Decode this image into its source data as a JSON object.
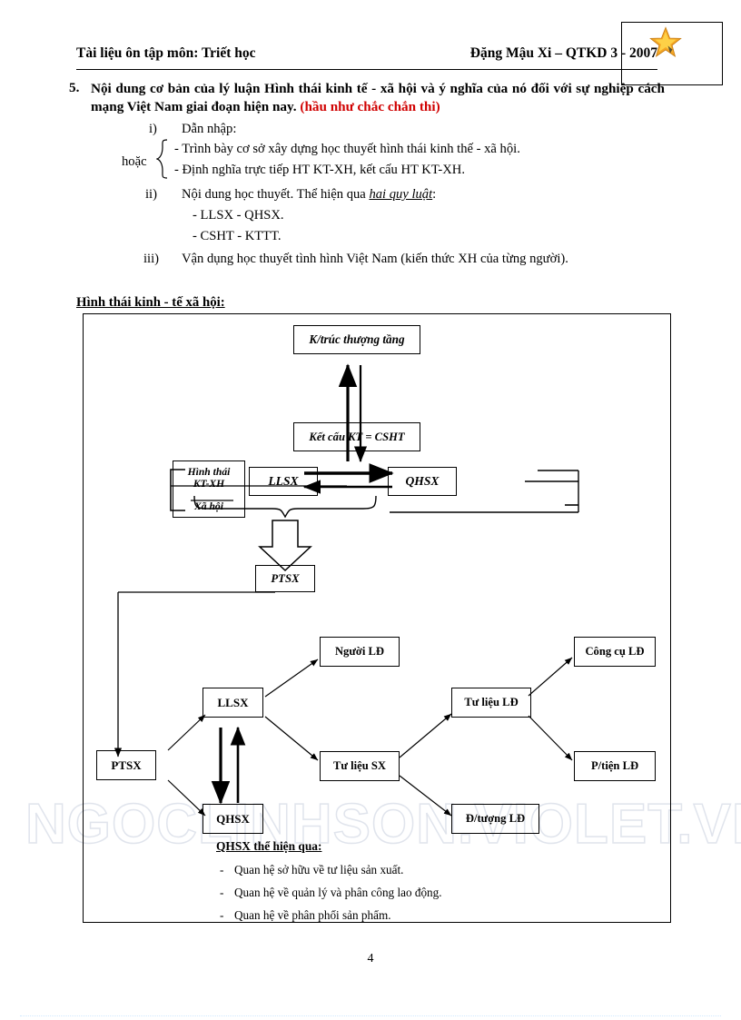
{
  "document": {
    "header": {
      "left_text": "Tài liệu ôn tập môn:  Triết học",
      "right_text": "Đặng Mậu Xi – QTKD 3 - 2007"
    },
    "star_icon_name": "gold-star-icon",
    "question": {
      "number": "5.",
      "text_main": "Nội dung  cơ bản của lý luận Hình  thái  kinh  tế - xã hội và ý nghĩa  của nó đối với sự nghiệp cách mạng Việt Nam giai đoạn hiện nay. ",
      "text_note": "(hầu như chắc chắn thi)"
    },
    "outline": [
      {
        "marker": "i)",
        "text": "Dẫn nhập:"
      },
      {
        "marker": "ii)",
        "text_before": "Nội dung học thuyết. Thể hiện  qua ",
        "emphasis": "hai quy luật",
        "text_after": ":"
      },
      {
        "marker": "iii)",
        "text": "Vận dụng học thuyết tình hình  Việt Nam (kiến thức XH của từng người)."
      }
    ],
    "hoac": {
      "label": "hoặc",
      "items": [
        "- Trình  bày cơ sở xây dựng học thuyết hình  thái kinh thế - xã hội.",
        "- Định nghĩa  trực tiếp HT KT-XH, kết cấu HT KT-XH."
      ]
    },
    "two_laws": [
      "- LLSX - QHSX.",
      "- CSHT - KTTT."
    ],
    "diagram": {
      "title": "Hình thái kinh - tế xã hội:",
      "boxes": {
        "ktruc": "K/trúc thượng tầng",
        "ketcau": "Kết cấu KT = CSHT",
        "hinhthai_line1": "Hình thái",
        "hinhthai_line2": "KT-XH",
        "hinhthai_line3": "Xã hội",
        "llsx_top": "LLSX",
        "qhsx_top": "QHSX",
        "ptsx_mid": "PTSX",
        "ptsx_low": "PTSX",
        "llsx_low": "LLSX",
        "qhsx_low": "QHSX",
        "nguoi_ld": "Người LĐ",
        "tulieu_sx": "Tư liệu SX",
        "tulieu_ld": "Tư liệu LĐ",
        "dtuong_ld": "Đ/tượng LĐ",
        "congcu_ld": "Công cụ LĐ",
        "ptien_ld": "P/tiện LĐ"
      },
      "qhsx_section": {
        "heading": "QHSX thể hiện qua:",
        "bullets": [
          "Quan hệ sở hữu về tư liệu sản xuất.",
          "Quan hệ về quản lý và phân công lao động.",
          "Quan hệ về phân phối sản phẩm."
        ],
        "bullet_marker": "-"
      }
    },
    "watermark": "NGOCLINHSON.VIOLET.VN",
    "page_number": "4",
    "colors": {
      "note_red": "#d00000",
      "star_fill": "#f5a623",
      "star_highlight": "#ffd84d",
      "ink": "#000000",
      "watermark": "#dfe3ec"
    }
  }
}
